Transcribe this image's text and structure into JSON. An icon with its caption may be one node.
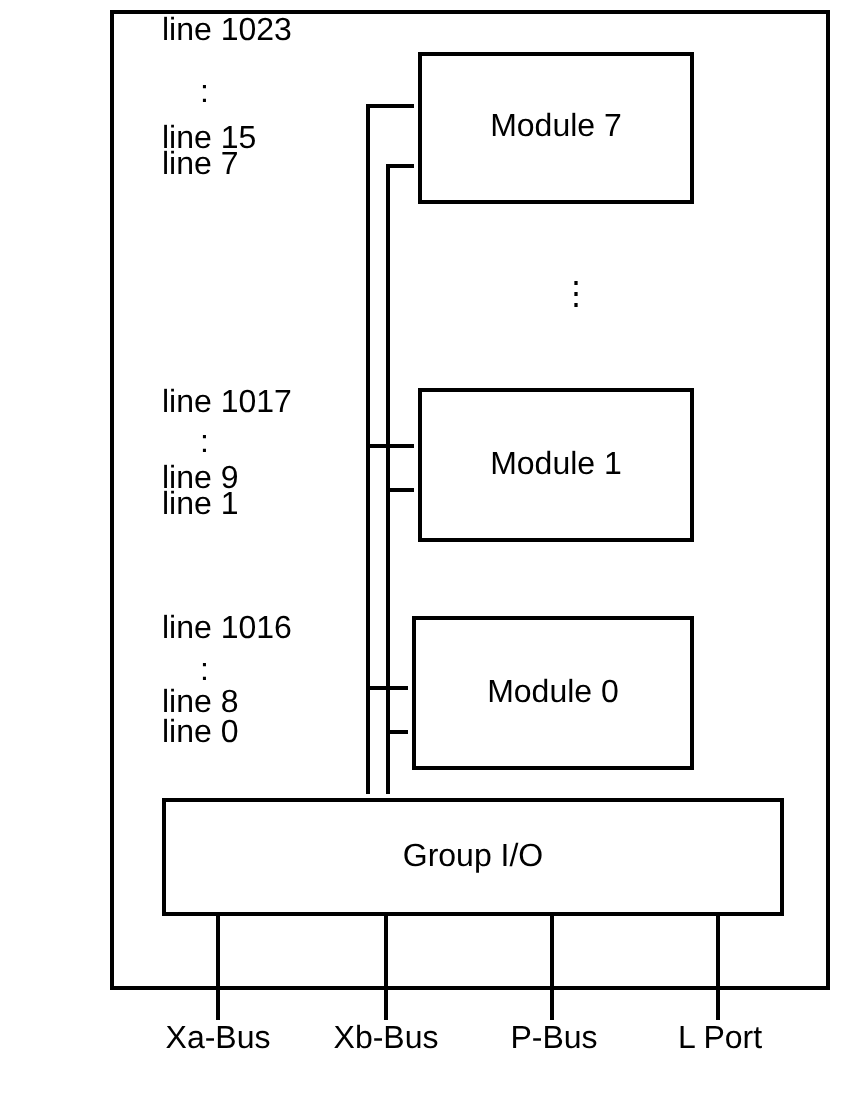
{
  "diagram": {
    "nodes": [
      {
        "text": [],
        "shape": "box"
      },
      {
        "text": [
          "Module 7"
        ],
        "in": 0
      },
      {
        "text": [
          "Module 1"
        ],
        "in": 0
      },
      {
        "text": [
          "Module 0"
        ],
        "in": 0
      },
      {
        "text": [
          "Group I/O"
        ],
        "in": 0
      },
      {
        "text": [
          "Xa-Bus"
        ]
      },
      {
        "text": [
          "Xb-Bus"
        ]
      },
      {
        "text": [
          "P-Bus"
        ]
      },
      {
        "text": [
          "L Port"
        ]
      }
    ],
    "edges": [
      {
        "from": 4,
        "to": 1,
        "arrow": "none"
      },
      {
        "from": 4,
        "to": 1,
        "arrow": "none"
      },
      {
        "from": 4,
        "to": 2,
        "arrow": "none"
      },
      {
        "from": 4,
        "to": 2,
        "arrow": "none"
      },
      {
        "from": 4,
        "to": 3,
        "arrow": "none"
      },
      {
        "from": 4,
        "to": 3,
        "arrow": "none"
      },
      {
        "from": 4,
        "to": 5,
        "arrow": "none"
      },
      {
        "from": 4,
        "to": 6,
        "arrow": "none"
      },
      {
        "from": 4,
        "to": 7,
        "arrow": "none"
      },
      {
        "from": 4,
        "to": 8,
        "arrow": "none"
      }
    ],
    "labels": [
      "line 1023",
      ":",
      "line 15",
      "line 7",
      "⋮",
      "line 1017",
      ":",
      "line 9",
      "line 1",
      "line 1016",
      ":",
      "line 8",
      "line 0"
    ]
  }
}
